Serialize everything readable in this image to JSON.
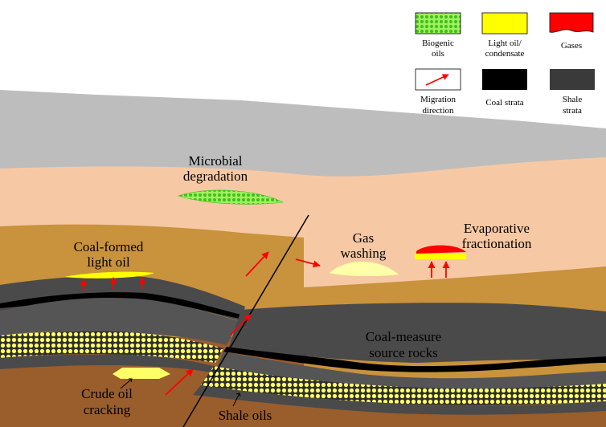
{
  "legend": {
    "biogenic_oils": {
      "line1": "Biogenic",
      "line2": "oils"
    },
    "light_oil_condensate": {
      "line1": "Light oil/",
      "line2": "condensate"
    },
    "gases": {
      "line1": "Gases"
    },
    "migration_direction": {
      "line1": "Migration",
      "line2": "direction"
    },
    "coal_strata": {
      "line1": "Coal strata"
    },
    "shale_strata": {
      "line1": "Shale",
      "line2": "strata"
    }
  },
  "labels": {
    "microbial_degradation": {
      "line1": "Microbial",
      "line2": "degradation"
    },
    "gas_washing": {
      "line1": "Gas",
      "line2": "washing"
    },
    "evaporative_fractionation": {
      "line1": "Evaporative",
      "line2": "fractionation"
    },
    "coal_formed_light_oil": {
      "line1": "Coal-formed",
      "line2": "light oil"
    },
    "coal_measure_source_rocks": {
      "line1": "Coal-measure",
      "line2": "source rocks"
    },
    "crude_oil_cracking": {
      "line1": "Crude oil",
      "line2": "cracking"
    },
    "shale_oils": {
      "line1": "Shale oils"
    }
  },
  "colors": {
    "gray_top": "#bdbdbd",
    "peach": "#f6c9a4",
    "tan": "#c9923c",
    "shale": "#4a4a4a",
    "shale_light": "#6b6b6b",
    "coal": "#000000",
    "brown": "#9a5d2c",
    "biogenic_green": "#7de03a",
    "light_oil_yellow": "#ffff00",
    "gas_red": "#ff0000",
    "arrow_red": "#ff0000"
  }
}
